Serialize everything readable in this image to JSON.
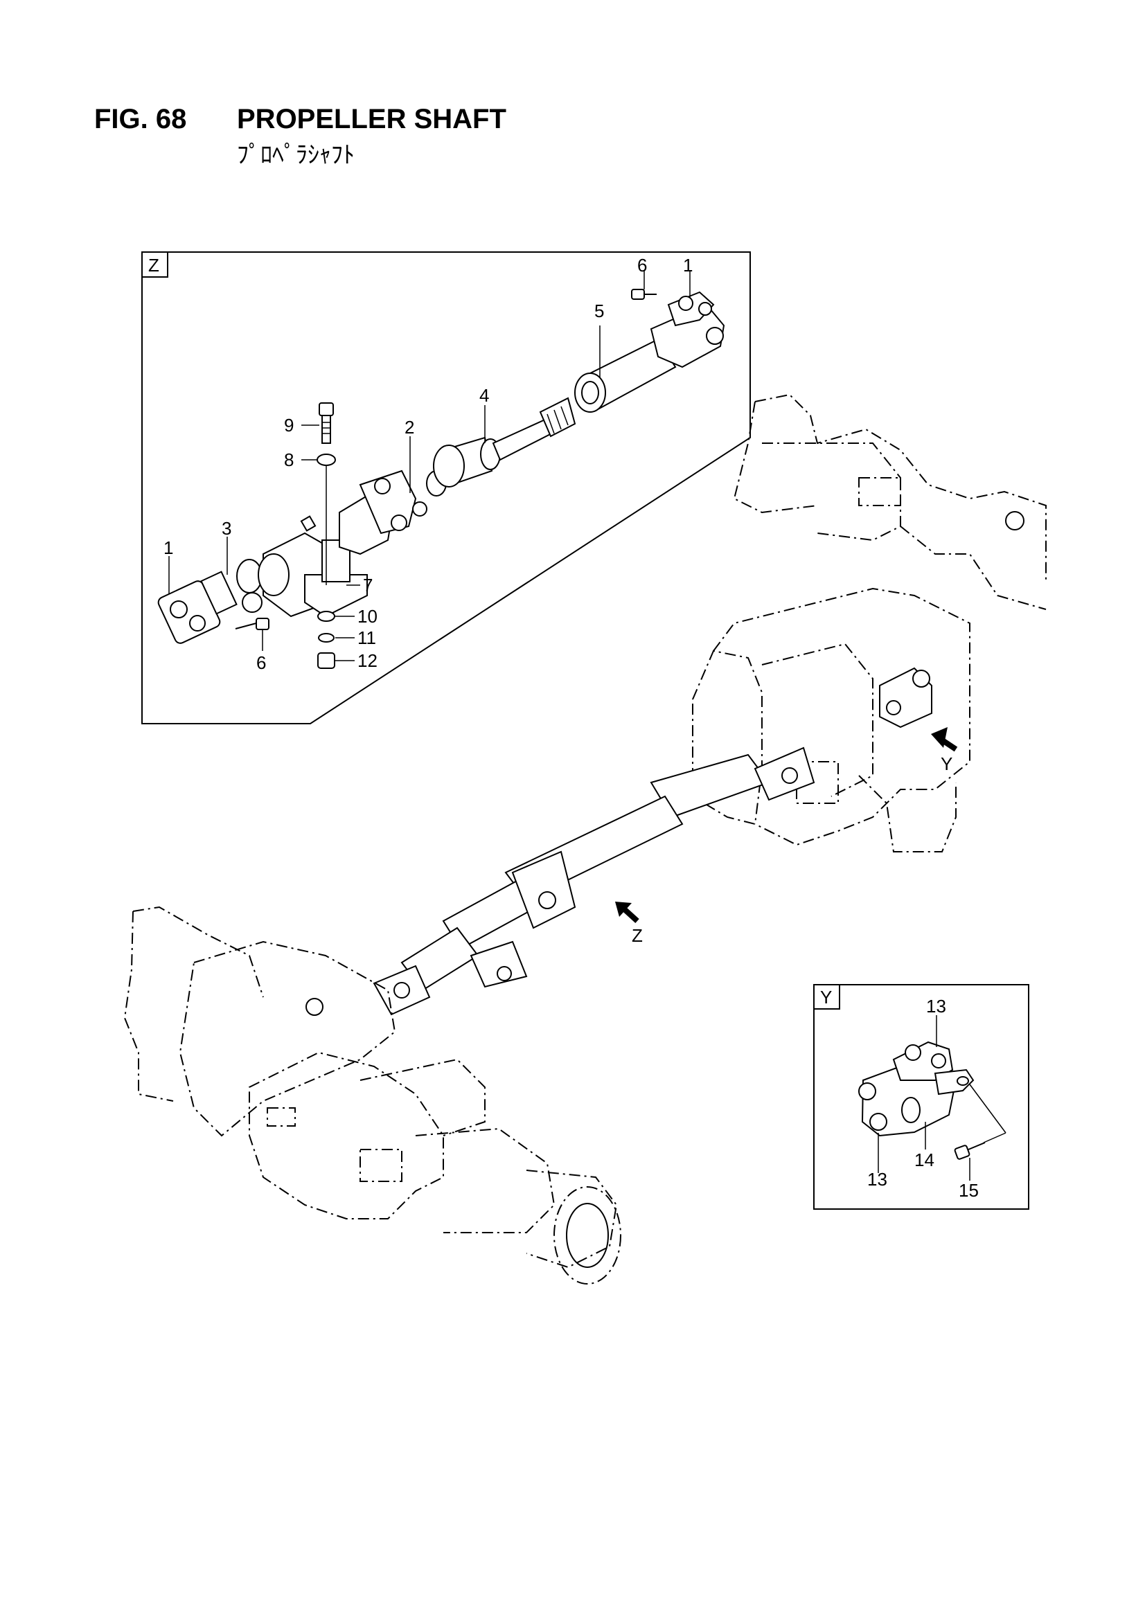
{
  "header": {
    "figure_number": "FIG. 68",
    "title": "PROPELLER SHAFT",
    "subtitle_jp": "ﾌﾟﾛﾍﾟﾗｼｬﾌﾄ"
  },
  "detail_z": {
    "view_label": "Z",
    "callouts": [
      "1",
      "1",
      "2",
      "3",
      "4",
      "5",
      "6",
      "6",
      "7",
      "8",
      "9",
      "10",
      "11",
      "12"
    ]
  },
  "detail_y": {
    "view_label": "Y",
    "callouts": [
      "13",
      "13",
      "14",
      "15"
    ]
  },
  "main_view": {
    "arrow_y_label": "Y",
    "arrow_z_label": "Z"
  }
}
